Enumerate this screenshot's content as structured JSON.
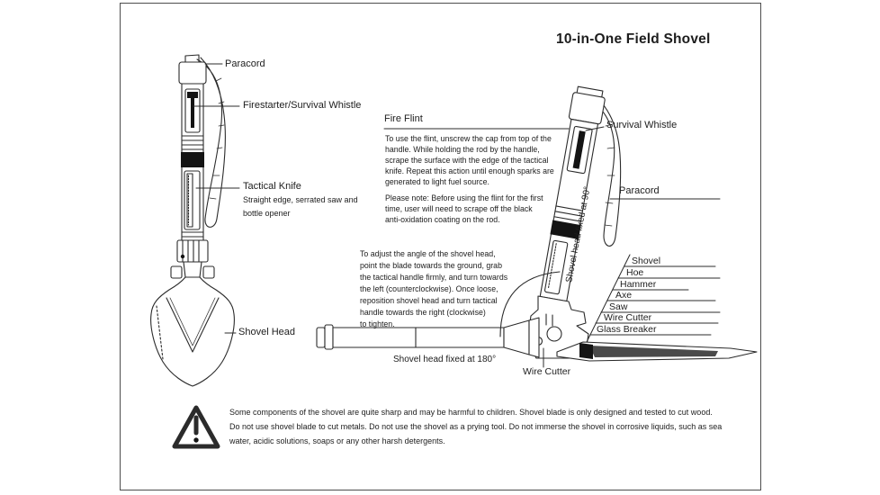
{
  "page": {
    "title": "10-in-One Field Shovel"
  },
  "left_diagram": {
    "paracord_label": "Paracord",
    "firestarter_label": "Firestarter/Survival Whistle",
    "knife_label": "Tactical Knife",
    "knife_description": "Straight edge, serrated saw and\nbottle opener",
    "shovel_head_label": "Shovel Head"
  },
  "fire_flint": {
    "heading": "Fire Flint",
    "instructions": "To use the flint, unscrew the cap from top of the\nhandle. While holding the rod by the handle,\nscrape the surface with the edge of the tactical\nknife. Repeat this action until enough sparks are\ngenerated to light fuel source.",
    "note": "Please note: Before using the flint for the first\ntime, user will need to scrape off the black\nanti-oxidation coating on the rod."
  },
  "adjustment": {
    "instructions": "To adjust the angle of the shovel head,\npoint the blade towards the ground, grab\nthe tactical handle firmly, and turn towards\nthe left (counterclockwise). Once loose,\nreposition shovel head and turn tactical\nhandle towards the right (clockwise)\nto tighten."
  },
  "right_diagram": {
    "whistle_label": "Survival Whistle",
    "paracord_label": "Paracord",
    "fixed_90_label": "Shovel head fixed at 90°",
    "fixed_180_label": "Shovel head fixed at 180°",
    "wire_cutter_label": "Wire Cutter",
    "functions": [
      "Shovel",
      "Hoe",
      "Hammer",
      "Axe",
      "Saw",
      "Wire Cutter",
      "Glass Breaker"
    ]
  },
  "warning": {
    "text": "Some components of the shovel are quite sharp and may be harmful to children. Shovel blade is only designed and tested to cut wood.\nDo not use shovel blade to cut metals. Do not use the shovel as a prying tool. Do not immerse the shovel in corrosive liquids, such as sea\nwater, acidic solutions, soaps or any other harsh detergents."
  },
  "colors": {
    "ink": "#2b2b2b",
    "frame": "#4d4d4d",
    "black_fill": "#141414"
  }
}
